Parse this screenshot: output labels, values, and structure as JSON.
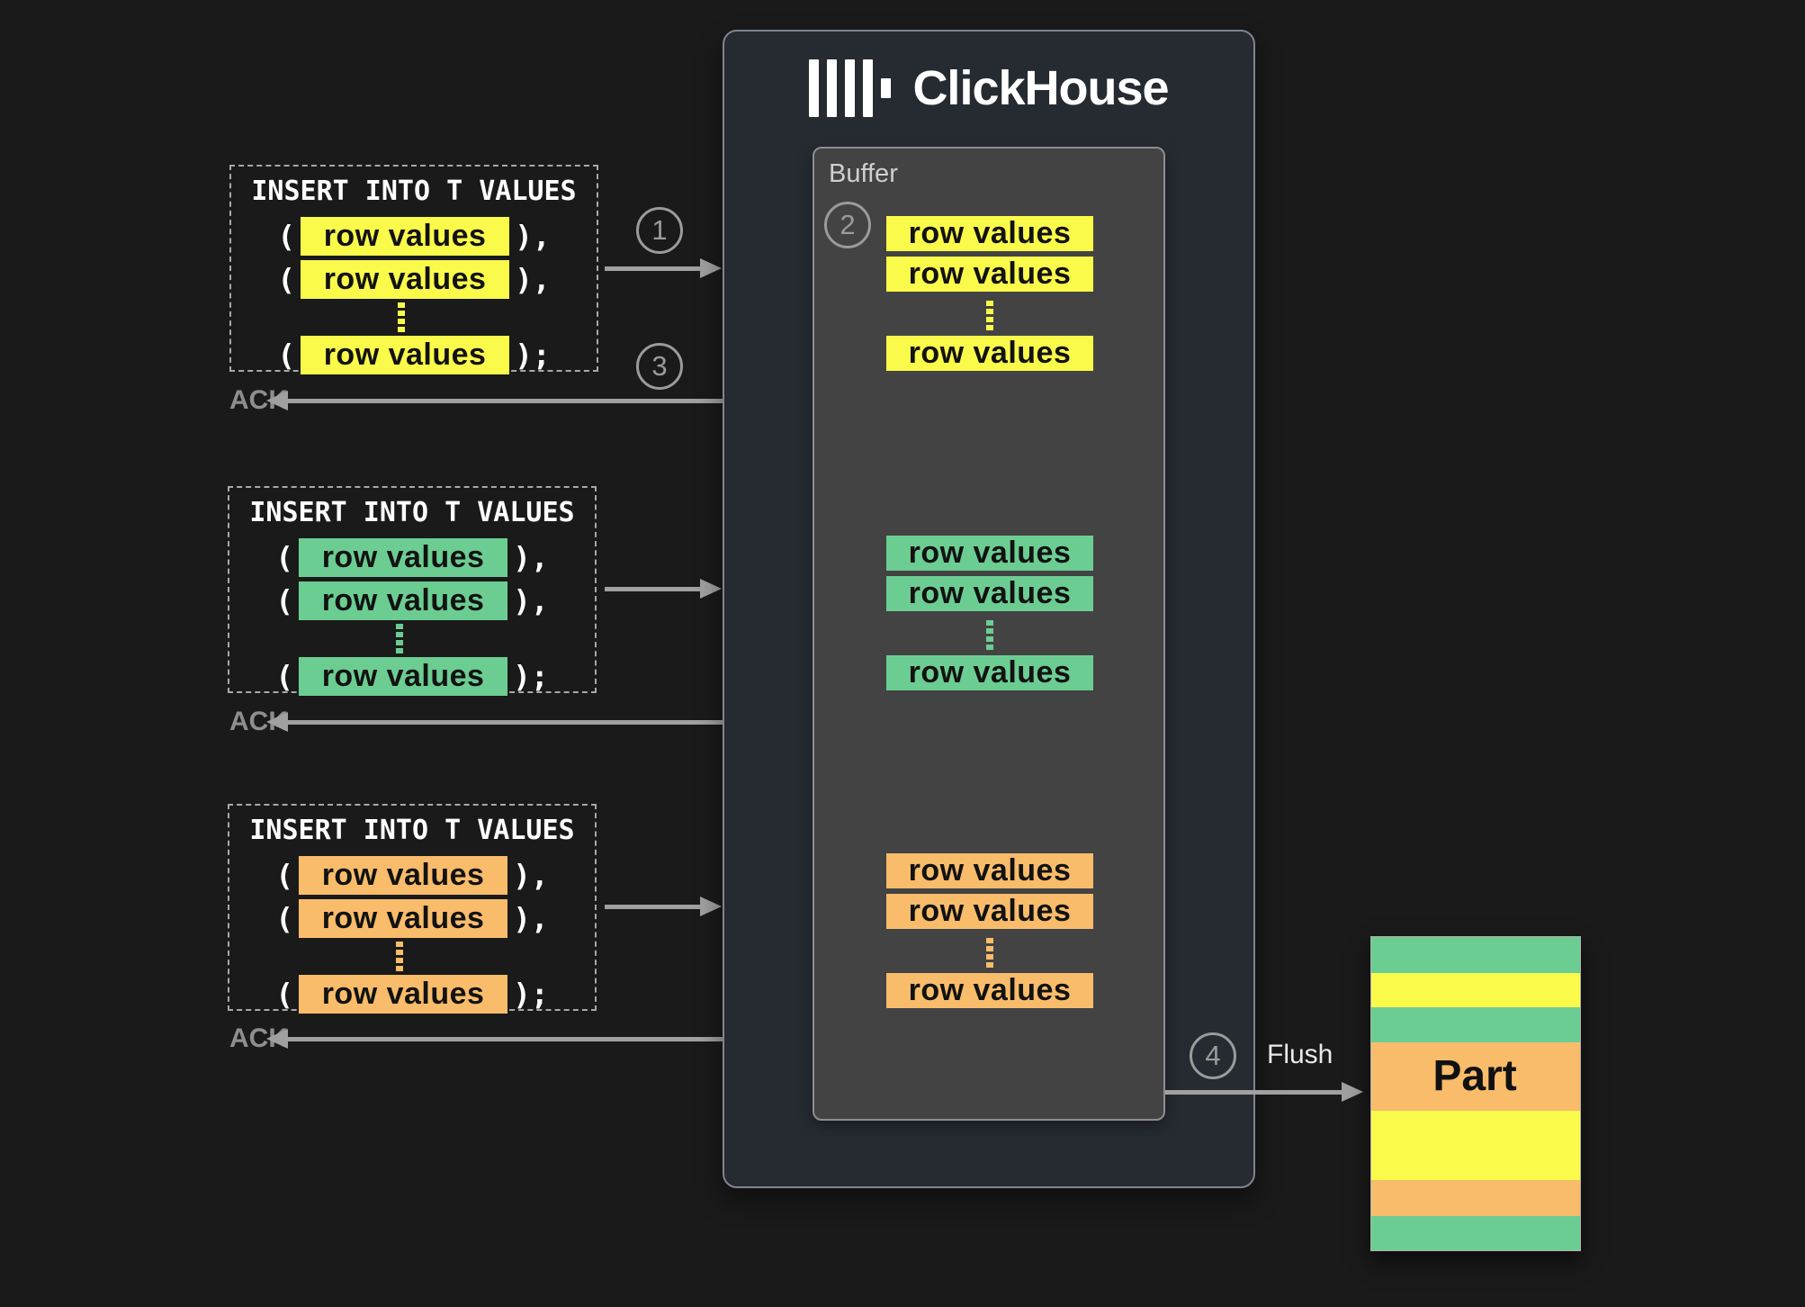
{
  "app": {
    "brand": "ClickHouse",
    "buffer_label": "Buffer"
  },
  "punct": {
    "open": "(",
    "close_comma": "),",
    "close_semi": ");"
  },
  "steps": {
    "s1": "1",
    "s2": "2",
    "s3": "3",
    "s4": "4"
  },
  "flush": {
    "label": "Flush"
  },
  "part": {
    "label": "Part",
    "stripes": [
      {
        "color": "#6CCD92",
        "h": 40
      },
      {
        "color": "#FAFA4B",
        "h": 38
      },
      {
        "color": "#6CCD92",
        "h": 39
      },
      {
        "color": "#F8BC6B",
        "h": 76
      },
      {
        "color": "#FAFA4B",
        "h": 77
      },
      {
        "color": "#F8BC6B",
        "h": 40
      },
      {
        "color": "#6CCD92",
        "h": 38
      }
    ]
  },
  "inserts": [
    {
      "statement": "INSERT INTO T VALUES",
      "color": "#FAFA4B",
      "rows": [
        "row values",
        "row values",
        "row values"
      ],
      "ack": "ACK"
    },
    {
      "statement": "INSERT INTO T VALUES",
      "color": "#6CCD92",
      "rows": [
        "row values",
        "row values",
        "row values"
      ],
      "ack": "ACK"
    },
    {
      "statement": "INSERT INTO T VALUES",
      "color": "#F8BC6B",
      "rows": [
        "row values",
        "row values",
        "row values"
      ],
      "ack": "ACK"
    }
  ],
  "buffer_groups": [
    {
      "color": "#FAFA4B",
      "rows": [
        "row values",
        "row values",
        "row values"
      ]
    },
    {
      "color": "#6CCD92",
      "rows": [
        "row values",
        "row values",
        "row values"
      ]
    },
    {
      "color": "#F8BC6B",
      "rows": [
        "row values",
        "row values",
        "row values"
      ]
    }
  ]
}
